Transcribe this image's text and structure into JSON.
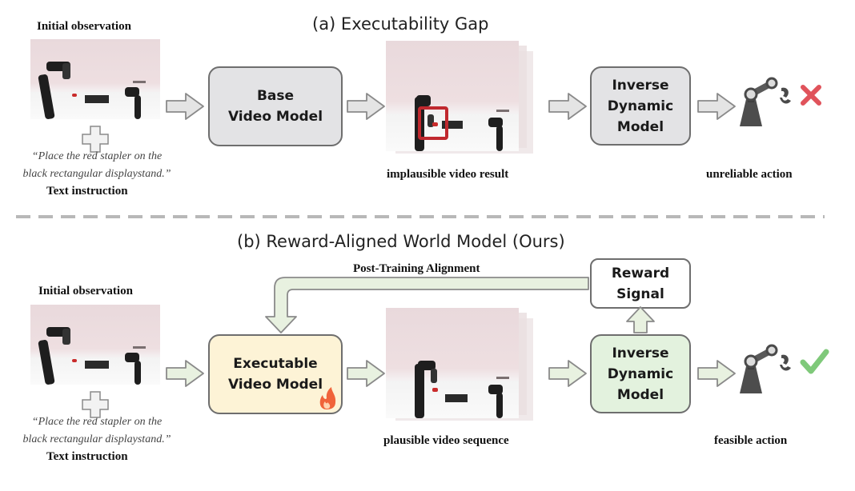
{
  "section_a": {
    "title": "(a) Executability Gap",
    "initial_observation": "Initial observation",
    "instruction_line1": "“Place the red stapler on the",
    "instruction_line2": "black rectangular displaystand.”",
    "text_instruction": "Text instruction",
    "base_model_line1": "Base",
    "base_model_line2": "Video Model",
    "video_result": "implausible video result",
    "idm_line1": "Inverse",
    "idm_line2": "Dynamic",
    "idm_line3": "Model",
    "action": "unreliable action"
  },
  "section_b": {
    "title": "(b) Reward-Aligned World Model (Ours)",
    "initial_observation": "Initial observation",
    "instruction_line1": "“Place the red stapler on the",
    "instruction_line2": "black rectangular displaystand.”",
    "text_instruction": "Text instruction",
    "post_training": "Post-Training Alignment",
    "reward_line1": "Reward",
    "reward_line2": "Signal",
    "exec_model_line1": "Executable",
    "exec_model_line2": "Video Model",
    "video_result": "plausible video sequence",
    "idm_line1": "Inverse",
    "idm_line2": "Dynamic",
    "idm_line3": "Model",
    "action": "feasible action"
  },
  "colors": {
    "gray_box": "#e3e3e5",
    "yellow_box": "#fdf3d6",
    "green_box": "#e3f2de",
    "arrow_fill": "#e4e4e4",
    "green_arrow_fill": "#e8f1e0",
    "fail_mark": "#e0535b",
    "success_mark": "#7fc97a",
    "highlight_box": "#c0282e"
  },
  "icons": [
    "plus-icon",
    "fire-icon",
    "robot-arm-icon",
    "cross-icon",
    "check-icon"
  ]
}
